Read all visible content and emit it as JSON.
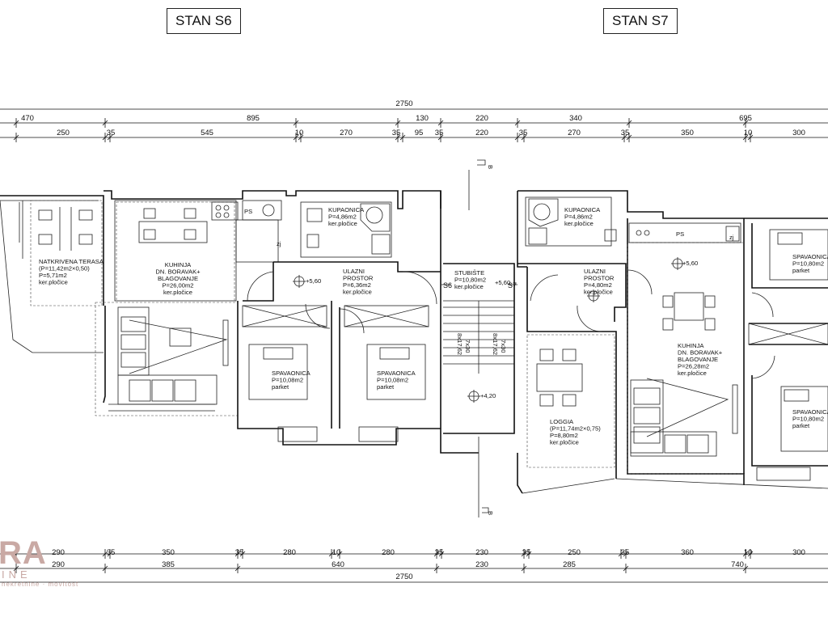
{
  "titles": {
    "left": "STAN S6",
    "right": "STAN S7"
  },
  "dims": {
    "top_total": "2750",
    "top_row1": [
      "470",
      "895",
      "130",
      "220",
      "340",
      "695"
    ],
    "top_row2": [
      "250",
      "35",
      "545",
      "10",
      "270",
      "35",
      "95",
      "35",
      "220",
      "35",
      "270",
      "35",
      "350",
      "10",
      "300"
    ],
    "bottom_row1": [
      "290",
      "35",
      "350",
      "35",
      "280",
      "10",
      "280",
      "35",
      "230",
      "35",
      "250",
      "35",
      "360",
      "10",
      "300"
    ],
    "bottom_row2": [
      "290",
      "385",
      "640",
      "230",
      "285",
      "740"
    ],
    "bottom_total": "2750"
  },
  "rooms": {
    "terasa": [
      "NATKRIVENA TERASA",
      "(P=11,42m2×0,50)",
      "P=5,71m2",
      "ker.pločice"
    ],
    "kuhinja_s6": [
      "KUHINJA",
      "DN. BORAVAK+",
      "BLAGOVANJE",
      "P=26,00m2",
      "ker.pločice"
    ],
    "kupaonica_s6": [
      "KUPAONICA",
      "P=4,86m2",
      "ker.pločice"
    ],
    "ulazni_s6": [
      "ULAZNI",
      "PROSTOR",
      "P=6,36m2",
      "ker.pločice"
    ],
    "spavaonica_s6a": [
      "SPAVAONICA",
      "P=10,08m2",
      "parket"
    ],
    "spavaonica_s6b": [
      "SPAVAONICA",
      "P=10,08m2",
      "parket"
    ],
    "stubiste": [
      "STUBIŠTE",
      "P=10,80m2",
      "ker.pločice"
    ],
    "kupaonica_s7": [
      "KUPAONICA",
      "P=4,86m2",
      "ker.pločice"
    ],
    "ulazni_s7": [
      "ULAZNI",
      "PROSTOR",
      "P=4,80m2",
      "ker.pločice"
    ],
    "kuhinja_s7": [
      "KUHINJA",
      "DN. BORAVAK+",
      "BLAGOVANJE",
      "P=26,28m2",
      "ker.pločice"
    ],
    "loggia": [
      "LOGGIA",
      "(P=11,74m2×0,75)",
      "P=8,80m2",
      "ker.pločice"
    ],
    "spavaonica_s7a": [
      "SPAVAONICA",
      "P=10,80m2",
      "parket"
    ],
    "spavaonica_s7b": [
      "SPAVAONICA",
      "P=10,80m2",
      "parket"
    ]
  },
  "marks": {
    "s6": "S6",
    "s7": "S7",
    "level_560": "+5,60",
    "level_420": "+4,20",
    "stair_left": "8x17,62",
    "stair_left2": "7x30",
    "stair_right": "8x17,62",
    "stair_right2": "7x30",
    "ps": "PS",
    "b": "B",
    "zj": "zj"
  },
  "logo": {
    "big": "RA",
    "small": "INE",
    "tiny": "nekretnine · movitost"
  }
}
